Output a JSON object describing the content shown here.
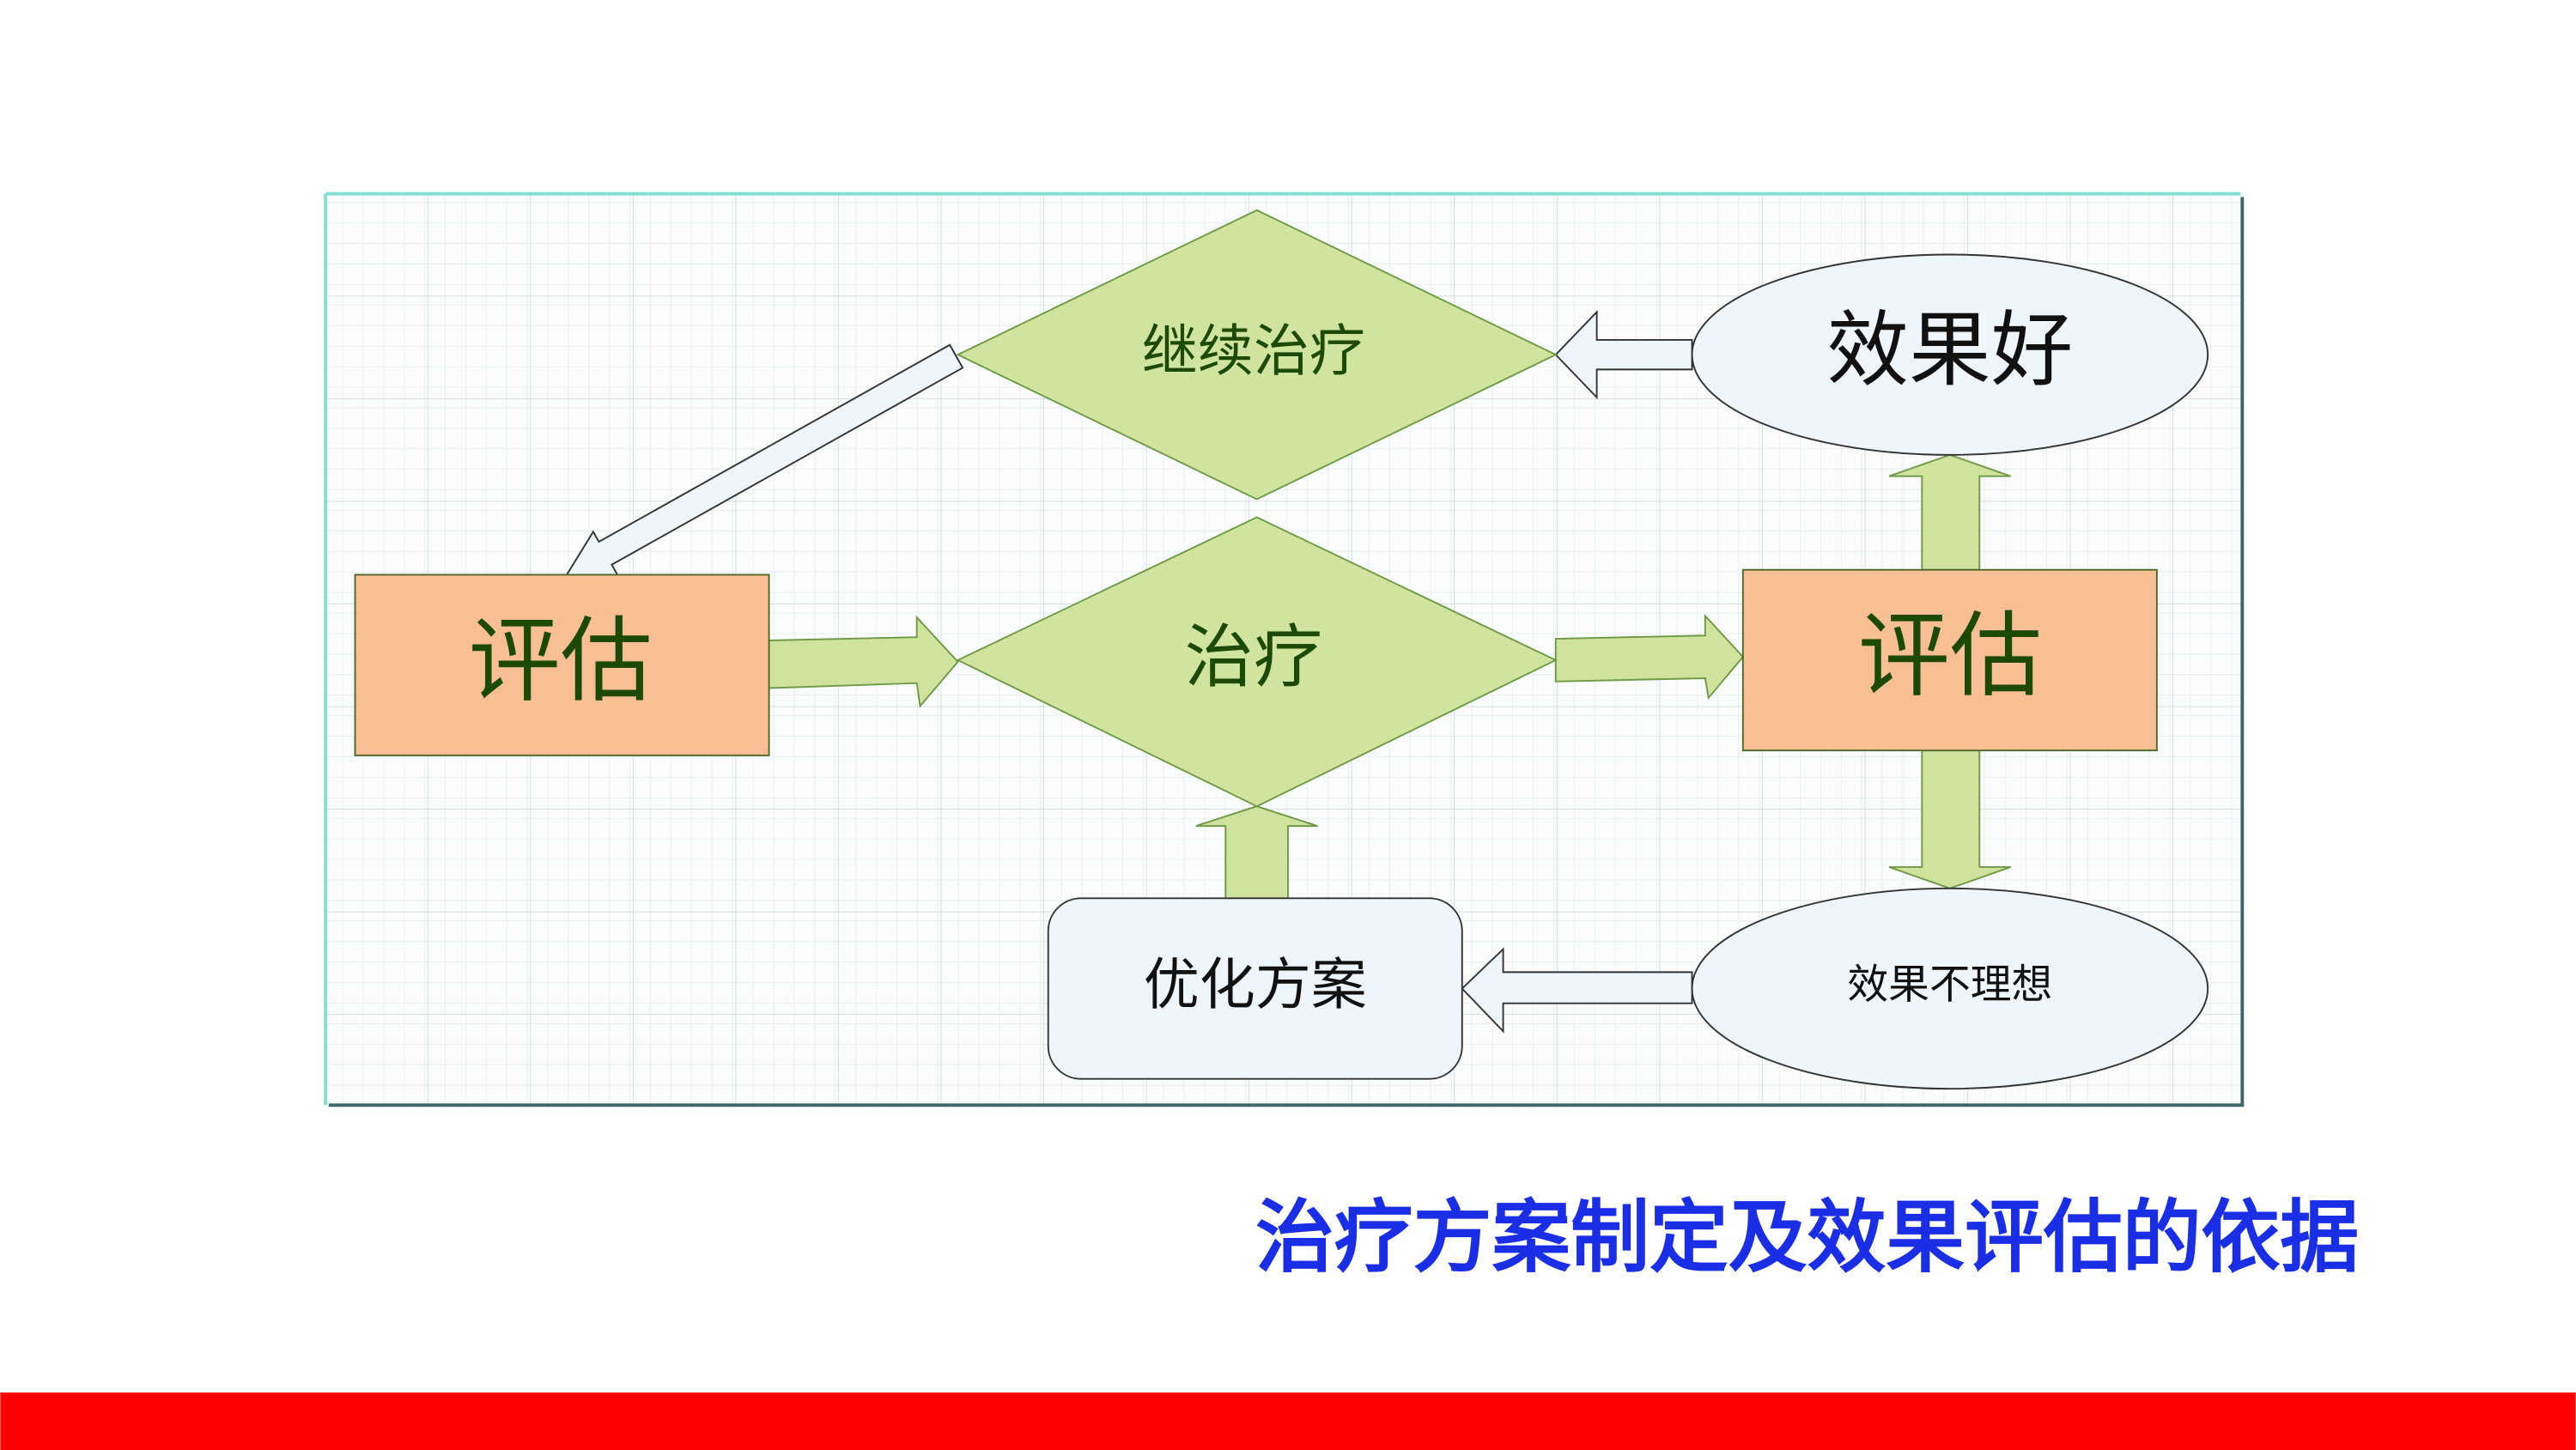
{
  "diagram": {
    "nodes": {
      "continue_treatment": "继续治疗",
      "assess_left": "评估",
      "treatment": "治疗",
      "assess_right": "评估",
      "good_effect": "效果好",
      "poor_effect": "效果不理想",
      "optimize_plan": "优化方案"
    },
    "colors": {
      "decision_fill": "#d0e4a0",
      "assess_fill": "#f9bf94",
      "ellipse_fill": "#eef5fb",
      "caption": "#1a2ee6",
      "footer_bar": "#ff0000"
    }
  },
  "caption": "治疗方案制定及效果评估的依据"
}
